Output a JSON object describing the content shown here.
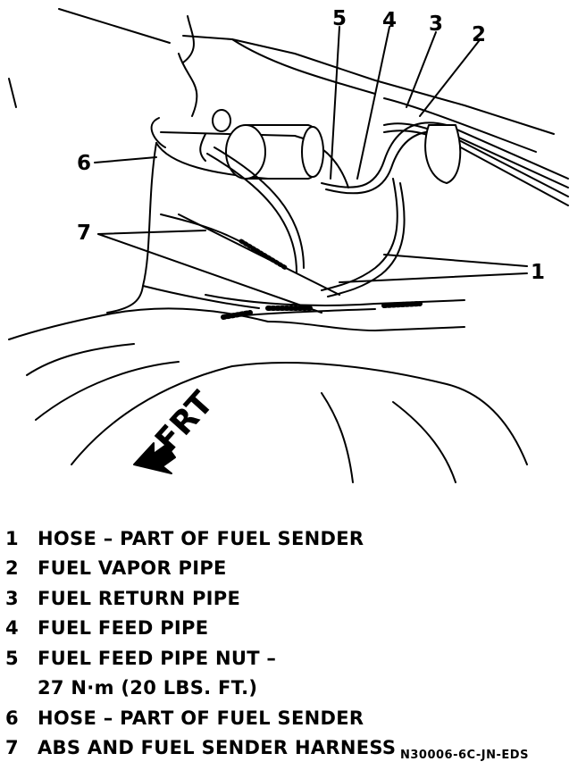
{
  "diagram": {
    "callouts": [
      "5",
      "4",
      "3",
      "2",
      "6",
      "7",
      "1"
    ],
    "direction_label": "FRT"
  },
  "legend": [
    {
      "num": "1",
      "text": "HOSE – PART OF FUEL SENDER"
    },
    {
      "num": "2",
      "text": "FUEL VAPOR PIPE"
    },
    {
      "num": "3",
      "text": "FUEL RETURN PIPE"
    },
    {
      "num": "4",
      "text": "FUEL FEED PIPE"
    },
    {
      "num": "5",
      "text": "FUEL FEED PIPE NUT –"
    },
    {
      "num": "",
      "text": "27 N·m (20 LBS. FT.)"
    },
    {
      "num": "6",
      "text": "HOSE – PART OF FUEL SENDER"
    },
    {
      "num": "7",
      "text": "ABS AND FUEL SENDER HARNESS"
    }
  ],
  "figure_code": "N30006-6C-JN-EDS"
}
